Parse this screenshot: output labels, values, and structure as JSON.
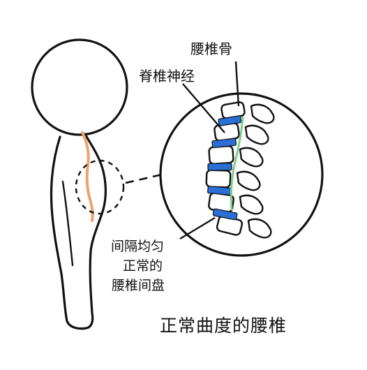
{
  "labels": {
    "lumbar_vertebra": "腰椎骨",
    "spinal_nerve": "脊椎神经",
    "disc_line1": "间隔均匀",
    "disc_line2": "正常的",
    "disc_line3": "腰椎间盘",
    "caption": "正常曲度的腰椎"
  },
  "colors": {
    "outline": "#111111",
    "spine": "#f0a06a",
    "disc": "#2a6fd6",
    "nerve": "#7fcf8a",
    "vertebra_fill": "#ffffff"
  }
}
